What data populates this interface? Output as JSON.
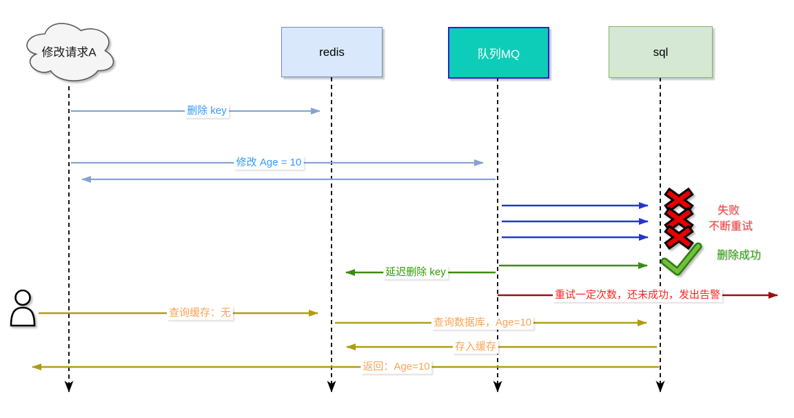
{
  "diagram": {
    "actors": [
      {
        "id": "client",
        "label": "修改请求A",
        "shape": "cloud"
      },
      {
        "id": "redis",
        "label": "redis",
        "shape": "box"
      },
      {
        "id": "mq",
        "label": "队列MQ",
        "shape": "box"
      },
      {
        "id": "sql",
        "label": "sql",
        "shape": "box"
      },
      {
        "id": "user",
        "label": "",
        "shape": "person-icon"
      }
    ],
    "messages": [
      {
        "from": "client",
        "to": "redis",
        "label": "删除 key"
      },
      {
        "from": "client",
        "to": "mq",
        "label": "修改 Age = 10"
      },
      {
        "from": "mq",
        "to": "client",
        "label": "",
        "type": "return"
      },
      {
        "from": "mq",
        "to": "sql",
        "label": "",
        "result": "失败",
        "attempt": 1
      },
      {
        "from": "mq",
        "to": "sql",
        "label": "",
        "result": "失败",
        "attempt": 2
      },
      {
        "from": "mq",
        "to": "sql",
        "label": "",
        "result": "失败",
        "attempt": 3
      },
      {
        "from": "mq",
        "to": "sql",
        "label": "",
        "result": "删除成功"
      },
      {
        "from": "mq",
        "to": "redis",
        "label": "延迟删除 key"
      },
      {
        "from": "mq",
        "to": "outside-right",
        "label": "重试一定次数，还未成功，发出告警"
      },
      {
        "from": "user",
        "to": "redis",
        "label": "查询缓存：无"
      },
      {
        "from": "redis",
        "to": "sql",
        "label": "查询数据库，Age=10"
      },
      {
        "from": "sql",
        "to": "redis",
        "label": "存入缓存"
      },
      {
        "from": "sql",
        "to": "user",
        "label": "返回：Age=10"
      }
    ],
    "annotations": {
      "fail_title": "失败",
      "fail_subtitle": "不断重试",
      "success_note": "删除成功"
    },
    "colors": {
      "client_cloud_fill": "#f5f5f5",
      "redis_fill": "#dae8fc",
      "redis_border": "#6c8ebf",
      "mq_fill": "#0ecdb8",
      "mq_border": "#2a1fd0",
      "sql_fill": "#d5e8d4",
      "sql_border": "#82b366",
      "light_blue_arrow": "#85a3d1",
      "blue_label": "#3399ff",
      "deep_blue_arrow": "#2236cc",
      "green_arrow": "#3a8c10",
      "green_label": "#2d9e00",
      "gold_arrow": "#b09c12",
      "orange_label": "#f7a455",
      "dark_red_arrow": "#a00d0d",
      "red_label": "#ff2222",
      "fail_text": "#ff4242",
      "success_text": "#2fa30f"
    }
  }
}
